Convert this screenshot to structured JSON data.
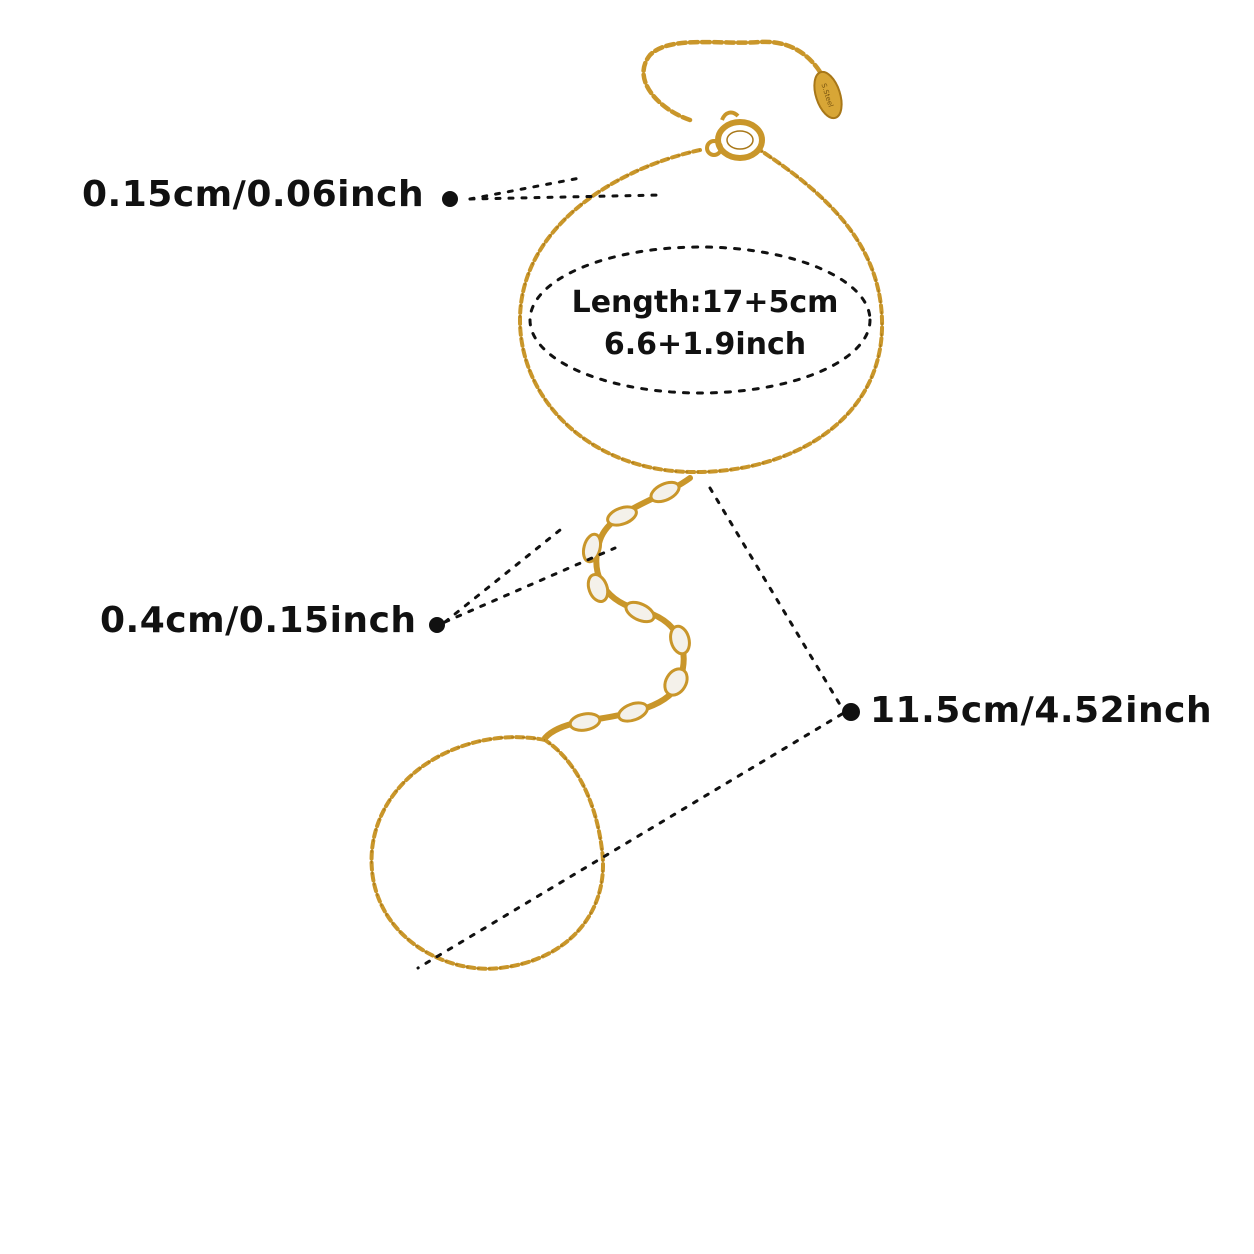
{
  "measurements": {
    "chain_thickness": "0.15cm/0.06inch",
    "stone_width": "0.4cm/0.15inch",
    "connector_length": "11.5cm/4.52inch",
    "bracelet_length_cm": "Length:17+5cm",
    "bracelet_length_inch": "6.6+1.9inch"
  },
  "colors": {
    "gold": "#c9962a",
    "gold_dark": "#a87718",
    "stone": "#f4f1ea",
    "ink": "#111111"
  },
  "extender_tag_text": "S.Steel"
}
